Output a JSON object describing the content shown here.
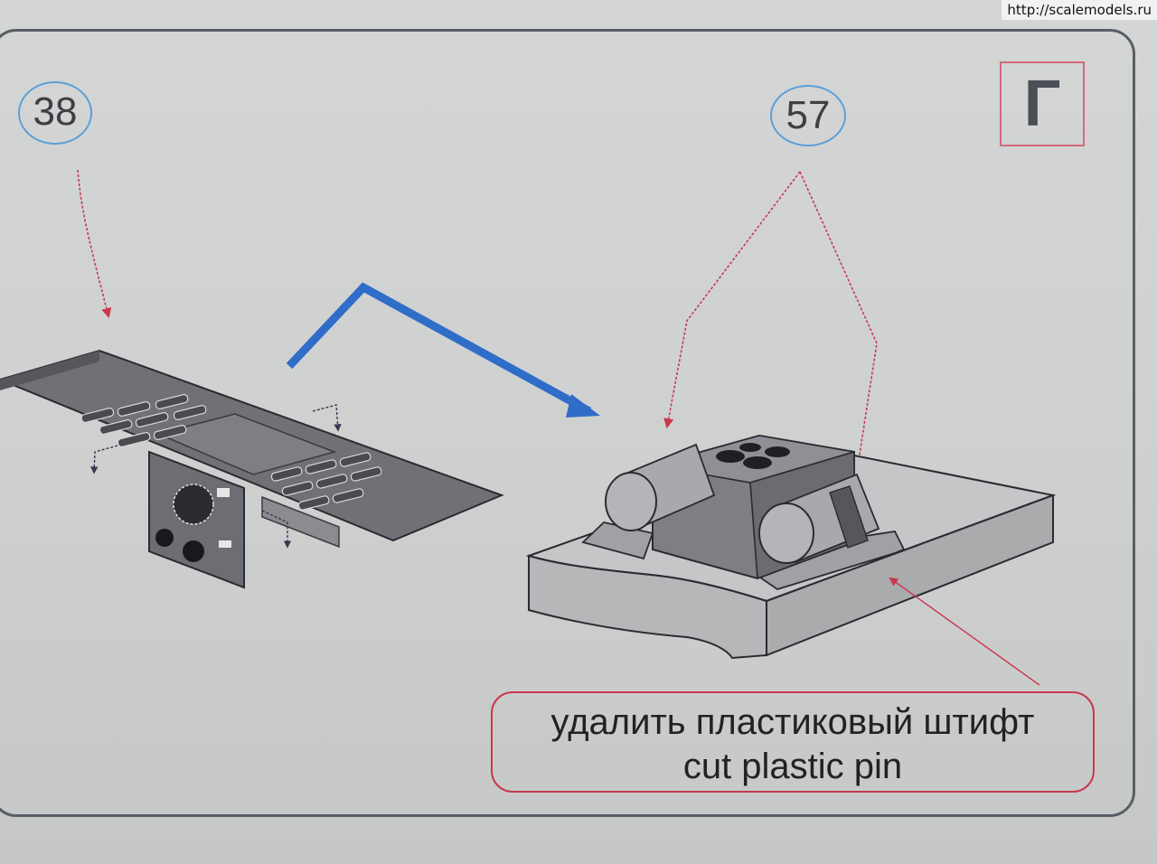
{
  "watermark": "http://scalemodels.ru",
  "callouts": {
    "left": "38",
    "right": "57"
  },
  "section_letter": "Г",
  "note": {
    "ru": "удалить пластиковый штифт",
    "en": "cut plastic pin"
  },
  "colors": {
    "leader": "#c8394d",
    "arrow": "#2f6dc9",
    "part": "#6b6d72",
    "outline": "#2a2b30"
  }
}
